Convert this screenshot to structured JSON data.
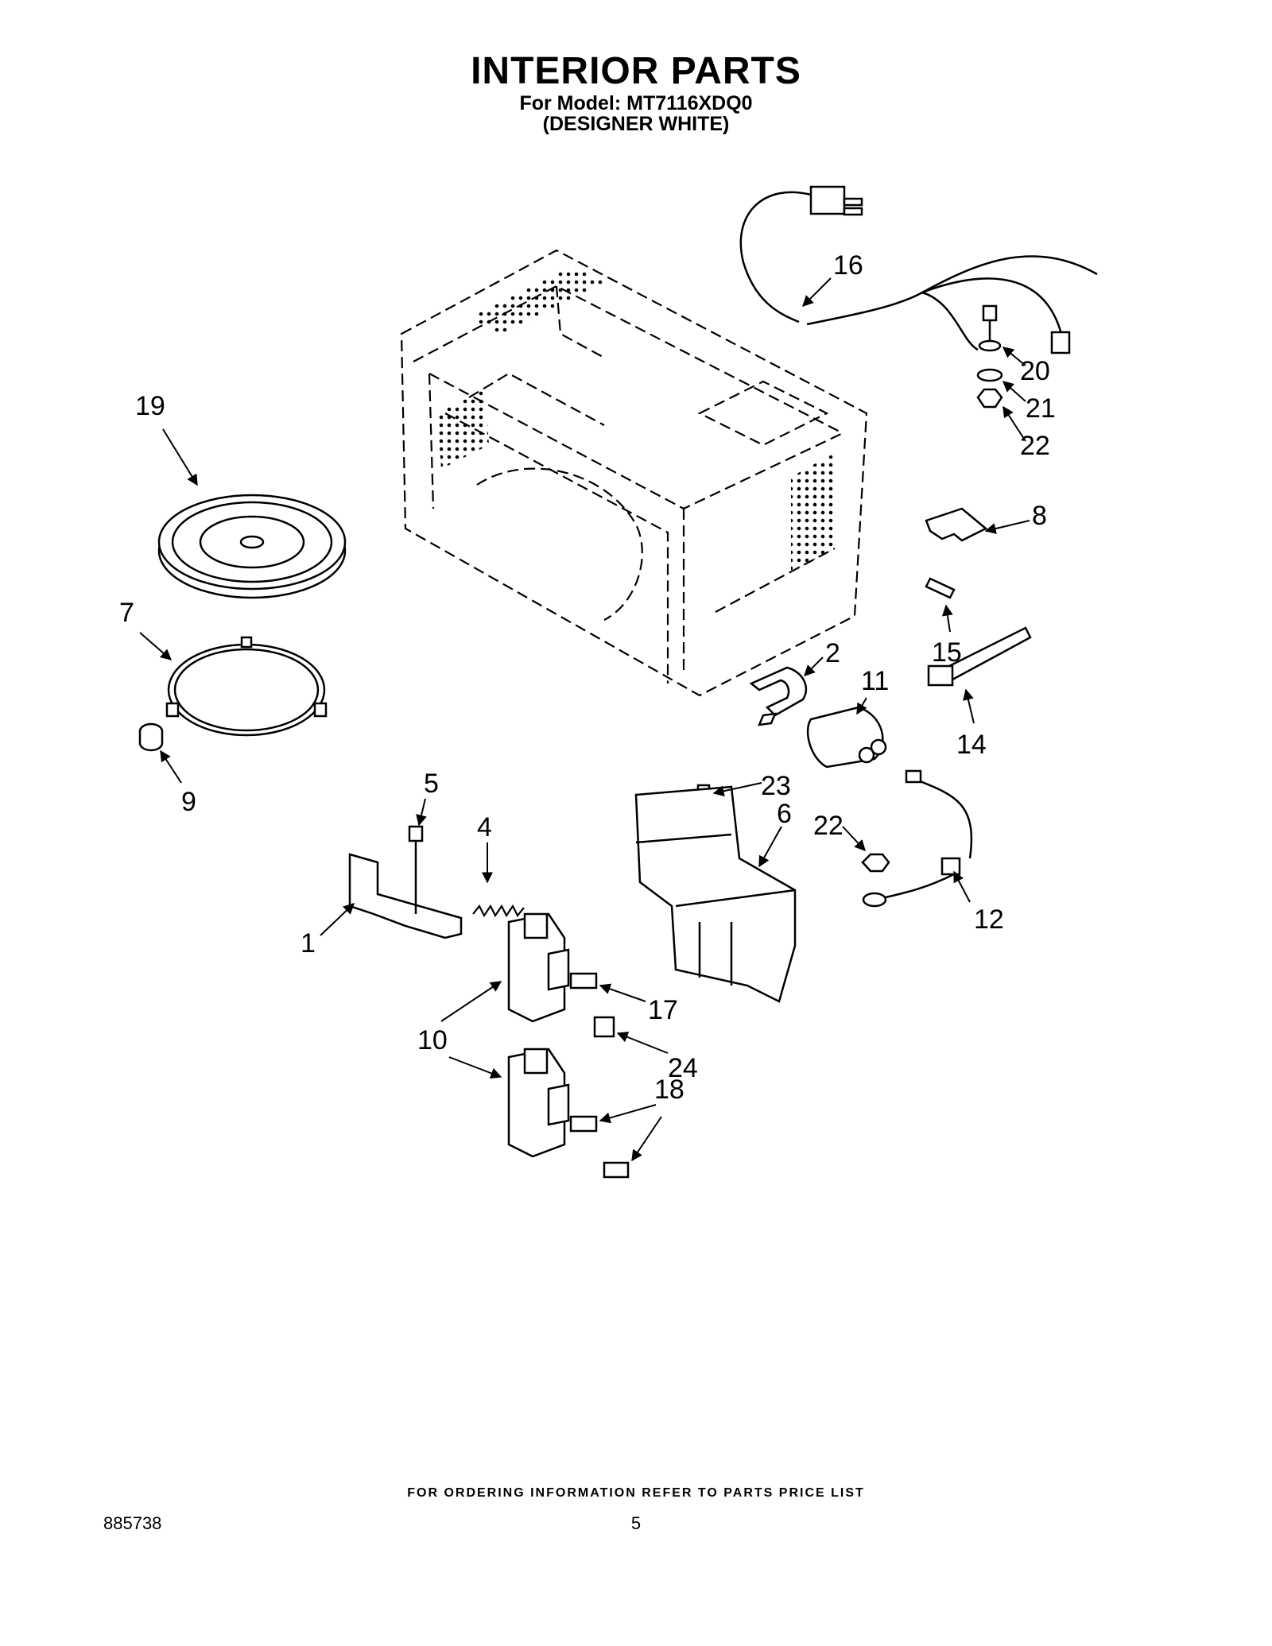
{
  "header": {
    "title": "INTERIOR PARTS",
    "model_line": "For Model: MT7116XDQ0",
    "color_line": "(DESIGNER WHITE)"
  },
  "callouts": [
    "19",
    "7",
    "9",
    "16",
    "20",
    "21",
    "22",
    "8",
    "15",
    "2",
    "11",
    "14",
    "5",
    "4",
    "1",
    "23",
    "6",
    "22",
    "12",
    "10",
    "17",
    "24",
    "18"
  ],
  "footer": {
    "note": "FOR ORDERING INFORMATION REFER TO PARTS PRICE LIST",
    "doc_number": "885738",
    "page_number": "5"
  }
}
